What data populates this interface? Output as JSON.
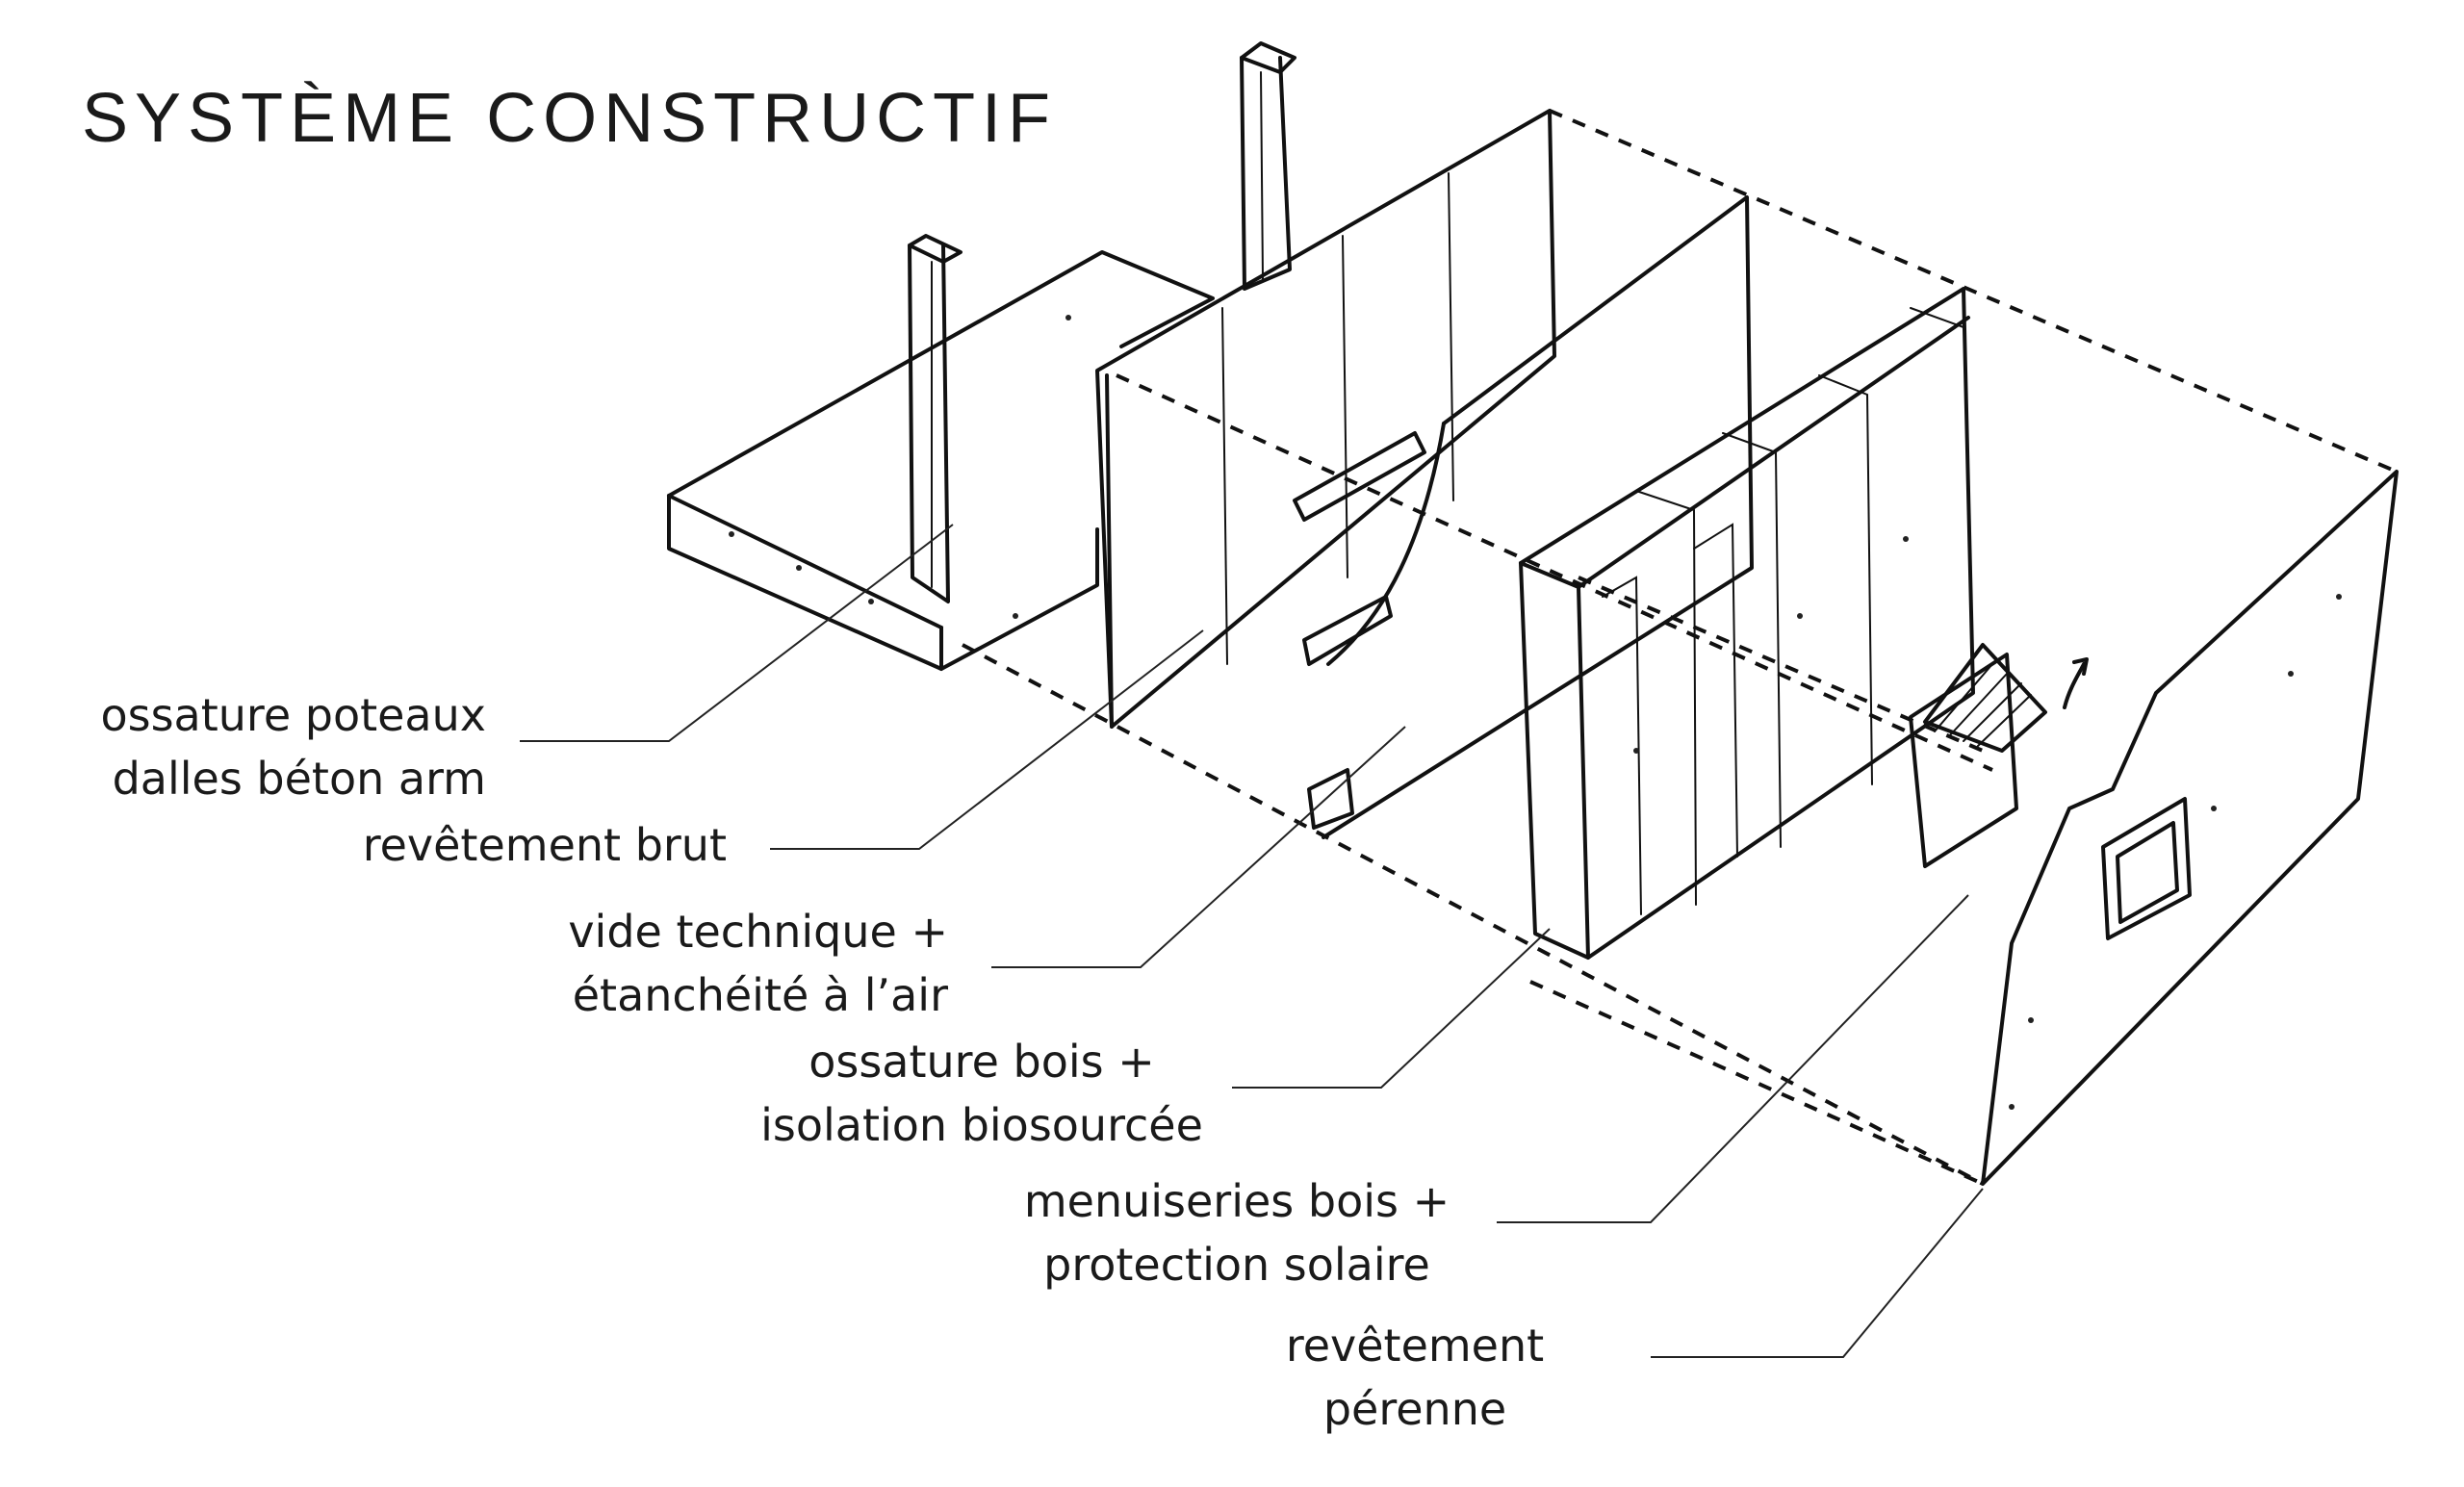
{
  "title": "SYSTÈME CONSTRUCTIF",
  "labels": [
    {
      "id": "ossature-poteaux",
      "lines": [
        "ossature poteaux",
        "dalles béton arm"
      ]
    },
    {
      "id": "revetement-brut",
      "lines": [
        "revêtement brut"
      ]
    },
    {
      "id": "vide-technique",
      "lines": [
        "vide technique +",
        "étanchéité à l’air"
      ]
    },
    {
      "id": "ossature-bois",
      "lines": [
        "ossature bois +",
        "isolation biosourcée"
      ]
    },
    {
      "id": "menuiseries-bois",
      "lines": [
        "menuiseries bois +",
        "protection solaire"
      ]
    },
    {
      "id": "revetement-perenne",
      "lines": [
        "revêtement",
        "pérenne"
      ]
    }
  ]
}
